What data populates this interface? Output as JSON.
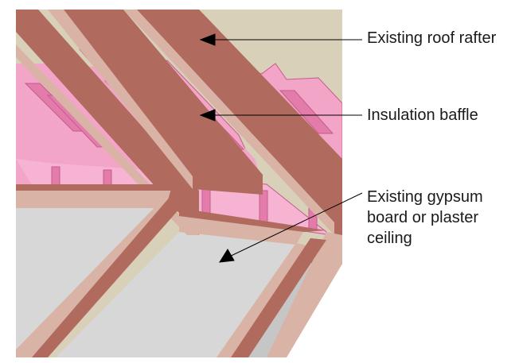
{
  "callouts": {
    "rafter": "Existing roof rafter",
    "baffle": "Insulation baffle",
    "ceiling_lines": [
      "Existing gypsum",
      "board or plaster",
      "ceiling"
    ]
  },
  "colors": {
    "roof_deck": "#d8d0b8",
    "rafter_face": "#b06a5e",
    "rafter_edge": "#d9b4a6",
    "baffle_pink": "#f3a5c8",
    "baffle_dark": "#e47cab",
    "ceiling_gray": "#d7d7d7",
    "ceiling_shadow": "#c2c2c2",
    "leader_line": "#000000"
  }
}
